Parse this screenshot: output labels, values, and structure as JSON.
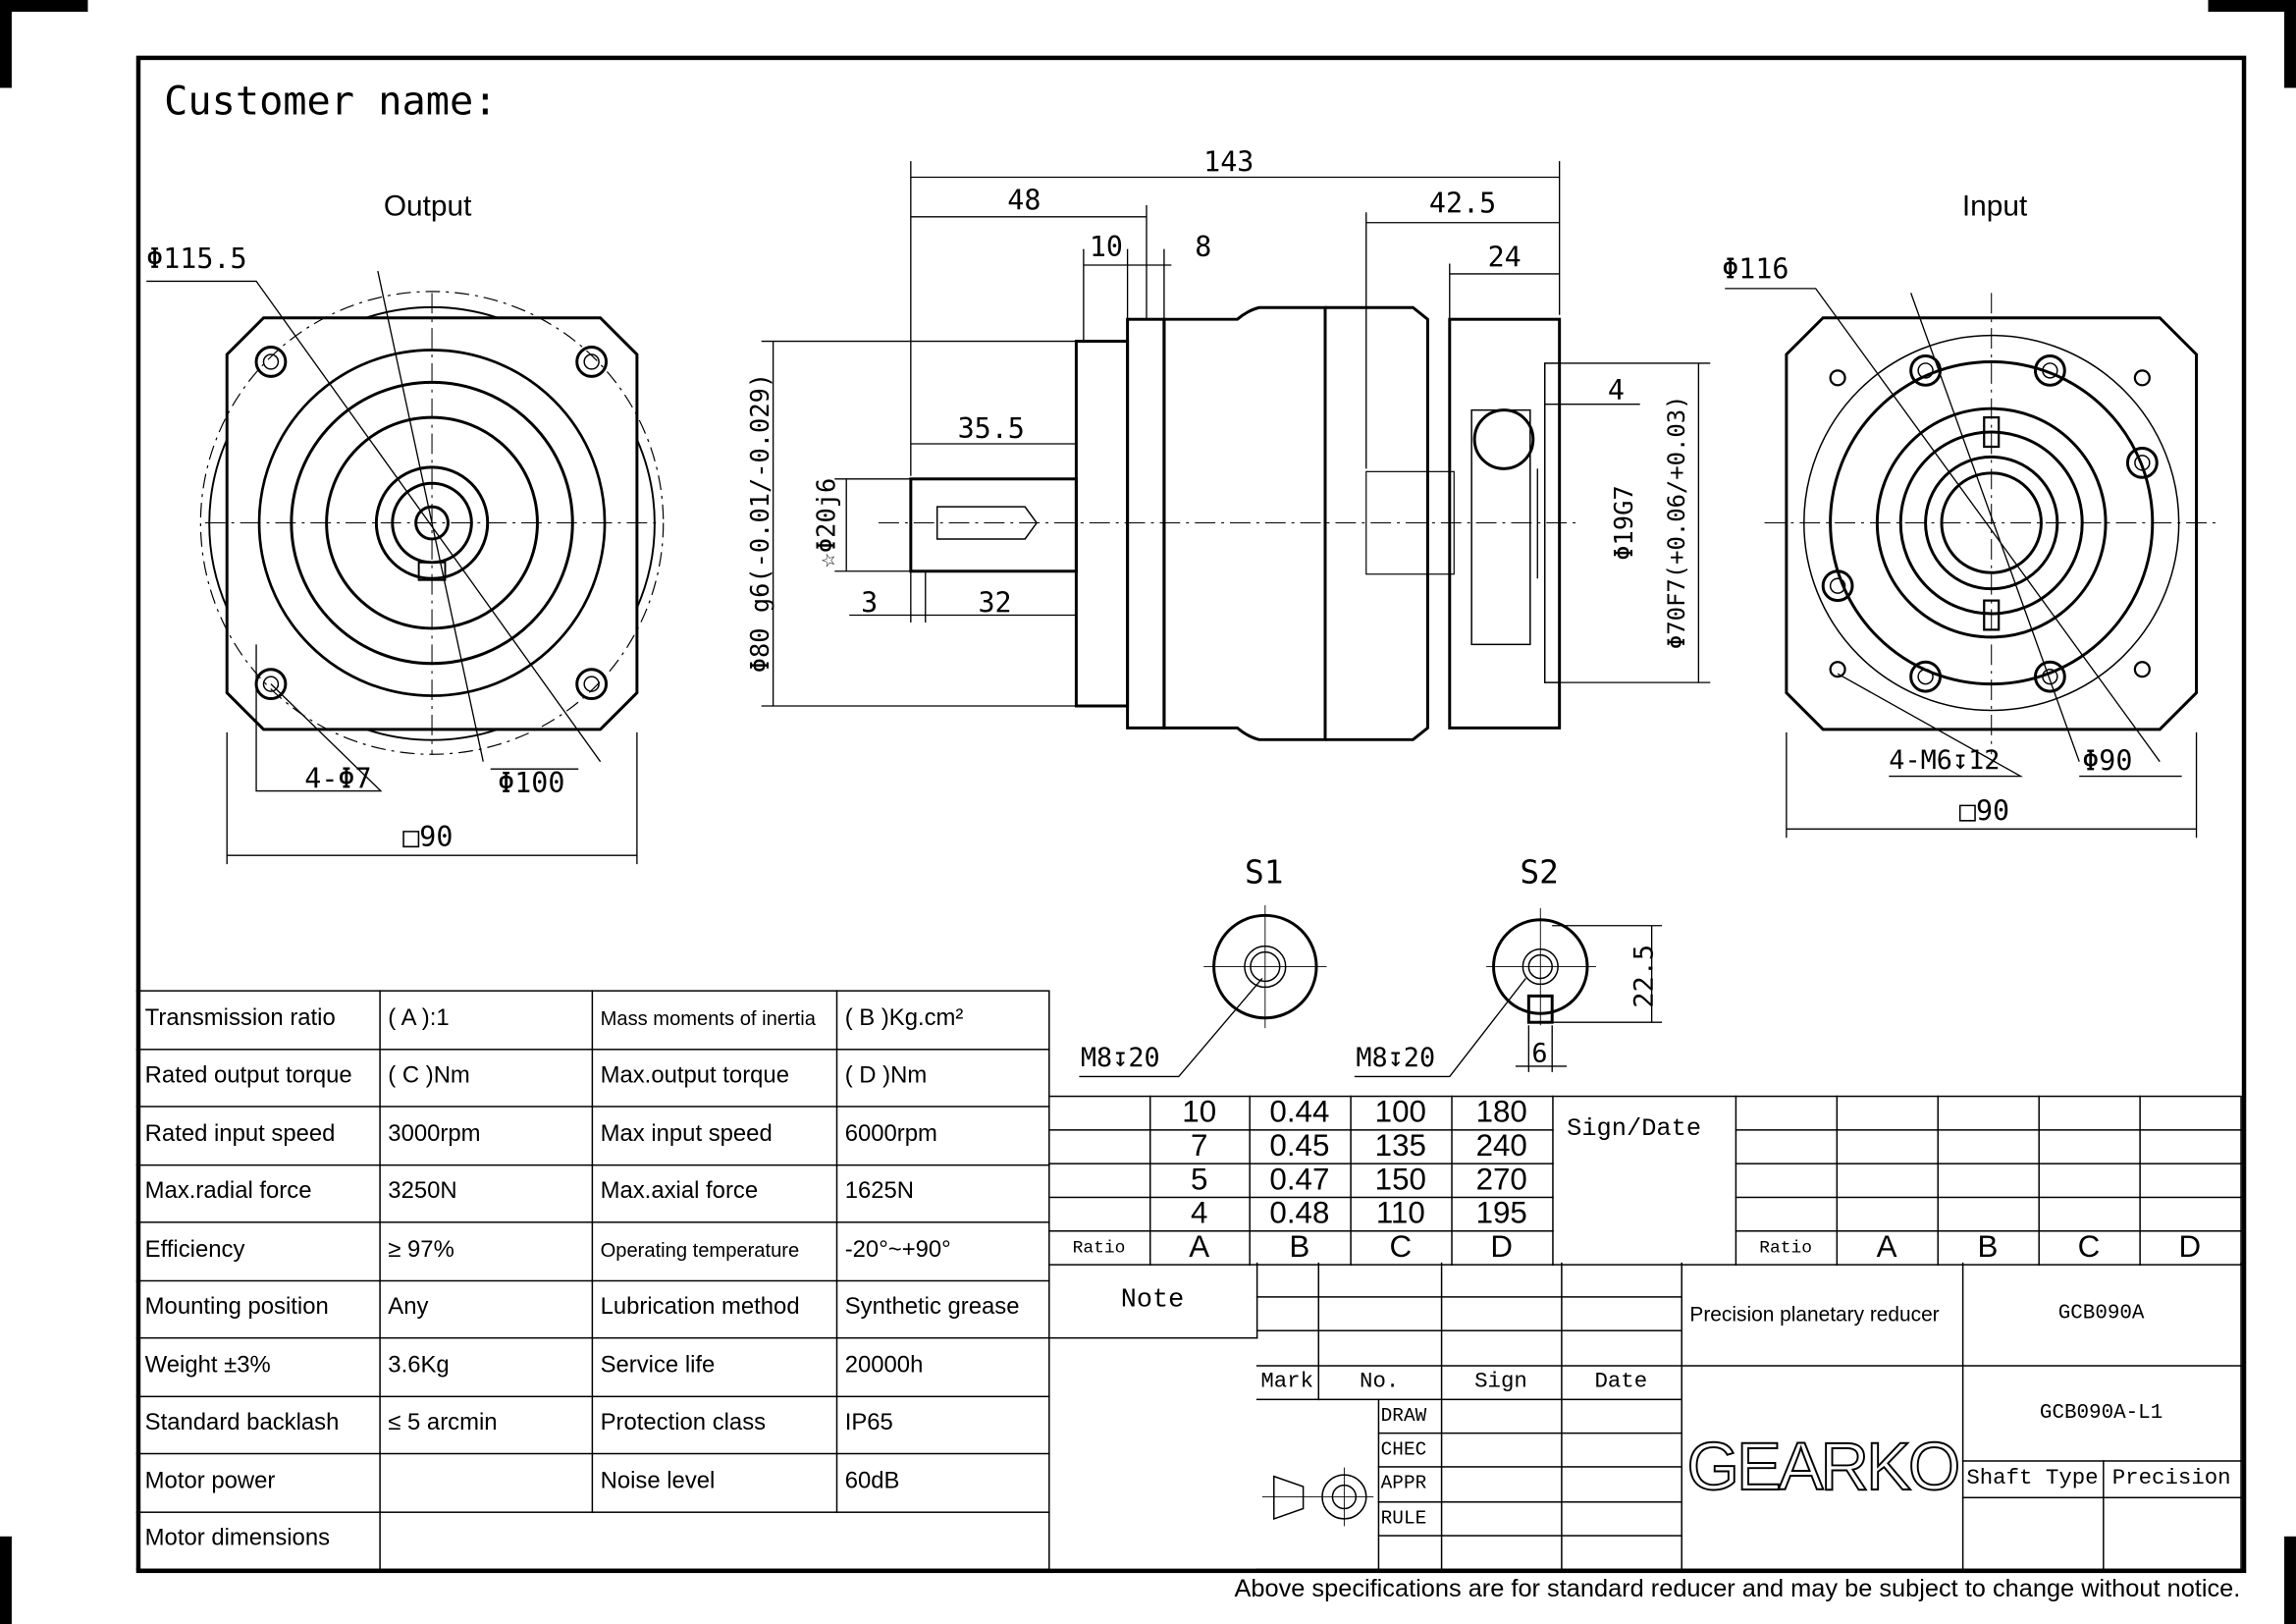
{
  "header": {
    "customer_label": "Customer name:"
  },
  "views": {
    "output": {
      "title": "Output",
      "dia_outer": "Φ115.5",
      "holes": "4-Φ7",
      "pcd": "Φ100",
      "square": "□90"
    },
    "side": {
      "overall": "143",
      "d48": "48",
      "d10": "10",
      "d8": "8",
      "d42_5": "42.5",
      "d24": "24",
      "d35_5": "35.5",
      "d3": "3",
      "d32": "32",
      "d4": "4",
      "flange_dia": "Φ80 g6(-0.01/-0.029)",
      "shaft_dia": "☆Φ20j6",
      "bore": "Φ19G7",
      "pilot": "Φ70F7(+0.06/+0.03)"
    },
    "input": {
      "title": "Input",
      "dia_outer": "Φ116",
      "holes": "4-M6↧12",
      "pcd": "Φ90",
      "square": "□90"
    },
    "s1": {
      "title": "S1",
      "thread": "M8↧20"
    },
    "s2": {
      "title": "S2",
      "thread": "M8↧20",
      "height": "22.5",
      "key": "6"
    }
  },
  "specs": [
    [
      "Transmission ratio",
      "( A ):1",
      "Mass moments of inertia",
      "( B )Kg.cm²"
    ],
    [
      "Rated output torque",
      "( C )Nm",
      "Max.output torque",
      "( D )Nm"
    ],
    [
      "Rated input speed",
      "3000rpm",
      "Max input speed",
      "6000rpm"
    ],
    [
      "Max.radial force",
      "3250N",
      "Max.axial  force",
      "1625N"
    ],
    [
      "Efficiency",
      "≥ 97%",
      "Operating temperature",
      "-20°~+90°"
    ],
    [
      "Mounting position",
      "Any",
      "Lubrication method",
      "Synthetic grease"
    ],
    [
      "Weight ±3%",
      "3.6Kg",
      "Service life",
      "20000h"
    ],
    [
      "Standard backlash",
      "≤ 5 arcmin",
      "Protection class",
      "IP65"
    ],
    [
      "Motor power",
      "",
      "Noise level",
      "60dB"
    ],
    [
      "Motor dimensions",
      "",
      "",
      ""
    ]
  ],
  "ratio_table": {
    "headers": [
      "Ratio",
      "A",
      "B",
      "C",
      "D"
    ],
    "rows": [
      [
        "",
        "10",
        "0.44",
        "100",
        "180"
      ],
      [
        "",
        "7",
        "0.45",
        "135",
        "240"
      ],
      [
        "",
        "5",
        "0.47",
        "150",
        "270"
      ],
      [
        "",
        "4",
        "0.48",
        "110",
        "195"
      ]
    ]
  },
  "sign_date": "Sign/Date",
  "ratio_table_right": {
    "headers": [
      "Ratio",
      "A",
      "B",
      "C",
      "D"
    ]
  },
  "title_block": {
    "note": "Note",
    "mark": "Mark",
    "no": "No.",
    "sign": "Sign",
    "date": "Date",
    "roles": [
      "DRAW",
      "CHEC",
      "APPR",
      "RULE"
    ],
    "product": "Precision planetary reducer",
    "model": "GCB090A",
    "drawing_no": "GCB090A-L1",
    "shaft_type": "Shaft Type",
    "precision": "Precision",
    "logo": "GEARKO"
  },
  "footer": "Above specifications are for standard reducer and may be subject to change without notice."
}
